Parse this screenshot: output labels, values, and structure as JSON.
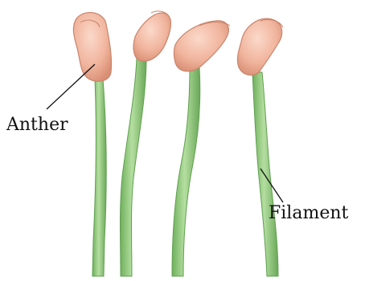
{
  "labels": {
    "anther": "Anther",
    "filament": "Filament"
  },
  "stamens": [
    {
      "name": "stamen-1"
    },
    {
      "name": "stamen-2"
    },
    {
      "name": "stamen-3"
    },
    {
      "name": "stamen-4"
    }
  ],
  "colors": {
    "filament_fill": "#9fd08a",
    "filament_edge": "#5fa04f",
    "filament_highlight": "#c8e8b8",
    "anther_fill": "#f0b6a0",
    "anther_edge": "#cf8a72",
    "anther_highlight": "#fad7c8",
    "leader_line": "#111111"
  }
}
